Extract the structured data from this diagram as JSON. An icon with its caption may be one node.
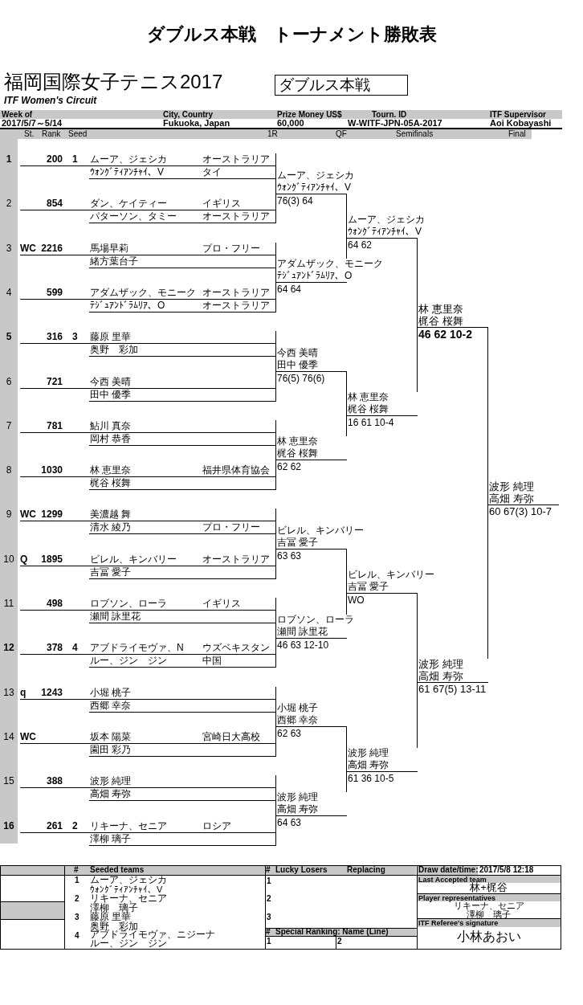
{
  "diagram": {
    "title": "ダブルス本戦　トーナメント勝敗表",
    "nodes": [
      {
        "text": [
          "ダブルス本戦"
        ]
      },
      {
        "text": [
          "1",
          "200",
          "1",
          "ムーア、ジェシカ",
          "オーストラリア",
          "ｳｫﾝｸﾞﾃｨｱﾝﾁｬｲ、V",
          "タイ"
        ]
      },
      {
        "text": [
          "2",
          "854",
          "ダン、ケイティー",
          "イギリス",
          "パターソン、タミー",
          "オーストラリア"
        ]
      },
      {
        "text": [
          "3",
          "WC",
          "2216",
          "馬場早莉",
          "プロ・フリー",
          "緒方葉台子"
        ]
      },
      {
        "text": [
          "4",
          "599",
          "アダムザック、モニーク",
          "オーストラリア",
          "ﾃｼﾞｭｱﾝﾄﾞﾗﾑﾘｱ、O",
          "オーストラリア"
        ]
      },
      {
        "text": [
          "5",
          "316",
          "3",
          "藤原 里華",
          "奥野　彩加"
        ]
      },
      {
        "text": [
          "6",
          "721",
          "今西 美晴",
          "田中 優季"
        ]
      },
      {
        "text": [
          "7",
          "781",
          "鮎川 真奈",
          "岡村 恭香"
        ]
      },
      {
        "text": [
          "8",
          "1030",
          "林 恵里奈",
          "福井県体育協会",
          "梶谷 桜舞"
        ]
      },
      {
        "text": [
          "9",
          "WC",
          "1299",
          "美濃越 舞",
          "清水 綾乃",
          "プロ・フリー"
        ]
      },
      {
        "text": [
          "10",
          "Q",
          "1895",
          "ビレル、キンバリー",
          "オーストラリア",
          "吉冨 愛子"
        ]
      },
      {
        "text": [
          "11",
          "498",
          "ロブソン、ローラ",
          "イギリス",
          "瀬間 詠里花"
        ]
      },
      {
        "text": [
          "12",
          "378",
          "4",
          "アブドライモヴァ、N",
          "ウズベキスタン",
          "ルー、ジン　ジン",
          "中国"
        ]
      },
      {
        "text": [
          "13",
          "q",
          "1243",
          "小堀 桃子",
          "西郷 幸奈"
        ]
      },
      {
        "text": [
          "14",
          "WC",
          "坂本 陽菜",
          "宮崎日大高校",
          "園田 彩乃"
        ]
      },
      {
        "text": [
          "15",
          "388",
          "波形 純理",
          "高畑 寿弥"
        ]
      },
      {
        "text": [
          "16",
          "261",
          "2",
          "リキーナ、セニア",
          "ロシア",
          "澤柳 璃子"
        ]
      },
      {
        "text": [
          "ムーア、ジェシカ",
          "ｳｫﾝｸﾞﾃｨｱﾝﾁｬｲ、V"
        ],
        "beside": [
          "76(3) 64"
        ]
      },
      {
        "text": [
          "アダムザック、モニーク",
          "ﾃｼﾞｭｱﾝﾄﾞﾗﾑﾘｱ、O"
        ],
        "beside": [
          "64 64"
        ]
      },
      {
        "text": [
          "今西 美晴",
          "田中 優季"
        ],
        "beside": [
          "76(5) 76(6)"
        ]
      },
      {
        "text": [
          "林 恵里奈",
          "梶谷 桜舞"
        ],
        "beside": [
          "62 62"
        ]
      },
      {
        "text": [
          "ビレル、キンバリー",
          "吉冨 愛子"
        ],
        "beside": [
          "63 63"
        ]
      },
      {
        "text": [
          "ロブソン、ローラ",
          "瀬間 詠里花"
        ],
        "beside": [
          "46 63 12-10"
        ]
      },
      {
        "text": [
          "小堀 桃子",
          "西郷 幸奈"
        ],
        "beside": [
          "62 63"
        ]
      },
      {
        "text": [
          "波形 純理",
          "高畑 寿弥"
        ],
        "beside": [
          "64 63"
        ]
      },
      {
        "text": [
          "ムーア、ジェシカ",
          "ｳｫﾝｸﾞﾃｨｱﾝﾁｬｲ、V"
        ],
        "beside": [
          "64 62"
        ]
      },
      {
        "text": [
          "林 恵里奈",
          "梶谷 桜舞"
        ],
        "beside": [
          "16 61 10-4"
        ]
      },
      {
        "text": [
          "ビレル、キンバリー",
          "吉冨 愛子"
        ],
        "beside": [
          "WO"
        ]
      },
      {
        "text": [
          "波形 純理",
          "高畑 寿弥"
        ],
        "beside": [
          "61 36 10-5"
        ]
      },
      {
        "text": [
          "林 恵里奈",
          "梶谷 桜舞"
        ],
        "beside": [
          "46 62 10-2"
        ]
      },
      {
        "text": [
          "波形 純理",
          "高畑 寿弥"
        ],
        "beside": [
          "61 67(5) 13-11"
        ]
      },
      {
        "text": [
          "波形 純理",
          "高畑 寿弥"
        ],
        "beside": [
          "60 67(3) 10-7"
        ]
      }
    ],
    "edges": [
      {
        "from": 1,
        "to": 17,
        "arrow": "none"
      },
      {
        "from": 2,
        "to": 17,
        "arrow": "none"
      },
      {
        "from": 3,
        "to": 18,
        "arrow": "none"
      },
      {
        "from": 4,
        "to": 18,
        "arrow": "none"
      },
      {
        "from": 5,
        "to": 19,
        "arrow": "none"
      },
      {
        "from": 6,
        "to": 19,
        "arrow": "none"
      },
      {
        "from": 7,
        "to": 20,
        "arrow": "none"
      },
      {
        "from": 8,
        "to": 20,
        "arrow": "none"
      },
      {
        "from": 9,
        "to": 21,
        "arrow": "none"
      },
      {
        "from": 10,
        "to": 21,
        "arrow": "none"
      },
      {
        "from": 11,
        "to": 22,
        "arrow": "none"
      },
      {
        "from": 12,
        "to": 22,
        "arrow": "none"
      },
      {
        "from": 13,
        "to": 23,
        "arrow": "none"
      },
      {
        "from": 14,
        "to": 23,
        "arrow": "none"
      },
      {
        "from": 15,
        "to": 24,
        "arrow": "none"
      },
      {
        "from": 16,
        "to": 24,
        "arrow": "none"
      },
      {
        "from": 17,
        "to": 25,
        "arrow": "none"
      },
      {
        "from": 18,
        "to": 25,
        "arrow": "none"
      },
      {
        "from": 19,
        "to": 26,
        "arrow": "none"
      },
      {
        "from": 20,
        "to": 26,
        "arrow": "none"
      },
      {
        "from": 21,
        "to": 27,
        "arrow": "none"
      },
      {
        "from": 22,
        "to": 27,
        "arrow": "none"
      },
      {
        "from": 23,
        "to": 28,
        "arrow": "none"
      },
      {
        "from": 24,
        "to": 28,
        "arrow": "none"
      },
      {
        "from": 25,
        "to": 29,
        "arrow": "none"
      },
      {
        "from": 26,
        "to": 29,
        "arrow": "none"
      },
      {
        "from": 27,
        "to": 30,
        "arrow": "none"
      },
      {
        "from": 28,
        "to": 30,
        "arrow": "none"
      },
      {
        "from": 29,
        "to": 31,
        "arrow": "none"
      },
      {
        "from": 30,
        "to": 31,
        "arrow": "none"
      }
    ],
    "labels": [
      "福岡国際女子テニス2017",
      "ITF Women's Circuit",
      "Week of",
      "City, Country",
      "Prize Money US$",
      "Tourn. ID",
      "ITF Supervisor",
      "2017/5/7～5/14",
      "Fukuoka, Japan",
      "60,000",
      "W-WITF-JPN-05A-2017",
      "Aoi Kobayashi",
      "St.",
      "Rank",
      "Seed",
      "1R",
      "QF",
      "Semifinals",
      "Final",
      "#",
      "Seeded teams",
      "1",
      "ムーア、ジェシカ",
      "ｳｫﾝｸﾞﾃｨｱﾝﾁｬｲ、V",
      "2",
      "リキーナ、セニア",
      "澤柳　璃子",
      "3",
      "藤原 里華",
      "奥野　彩加",
      "4",
      "アブドライモヴァ、ニジーナ",
      "ルー、ジン　ジン",
      "#",
      "Lucky Losers",
      "Replacing",
      "1",
      "2",
      "3",
      "#",
      "Special Ranking: Name (Line)",
      "1",
      "2",
      "Draw date/time:",
      "2017/5/8 12:18",
      "Last Accepted team",
      "林+梶谷",
      "Player representatives",
      "リキーナ、セニア",
      "澤柳　璃子",
      "ITF Referee's signature",
      "小林あおい"
    ]
  }
}
